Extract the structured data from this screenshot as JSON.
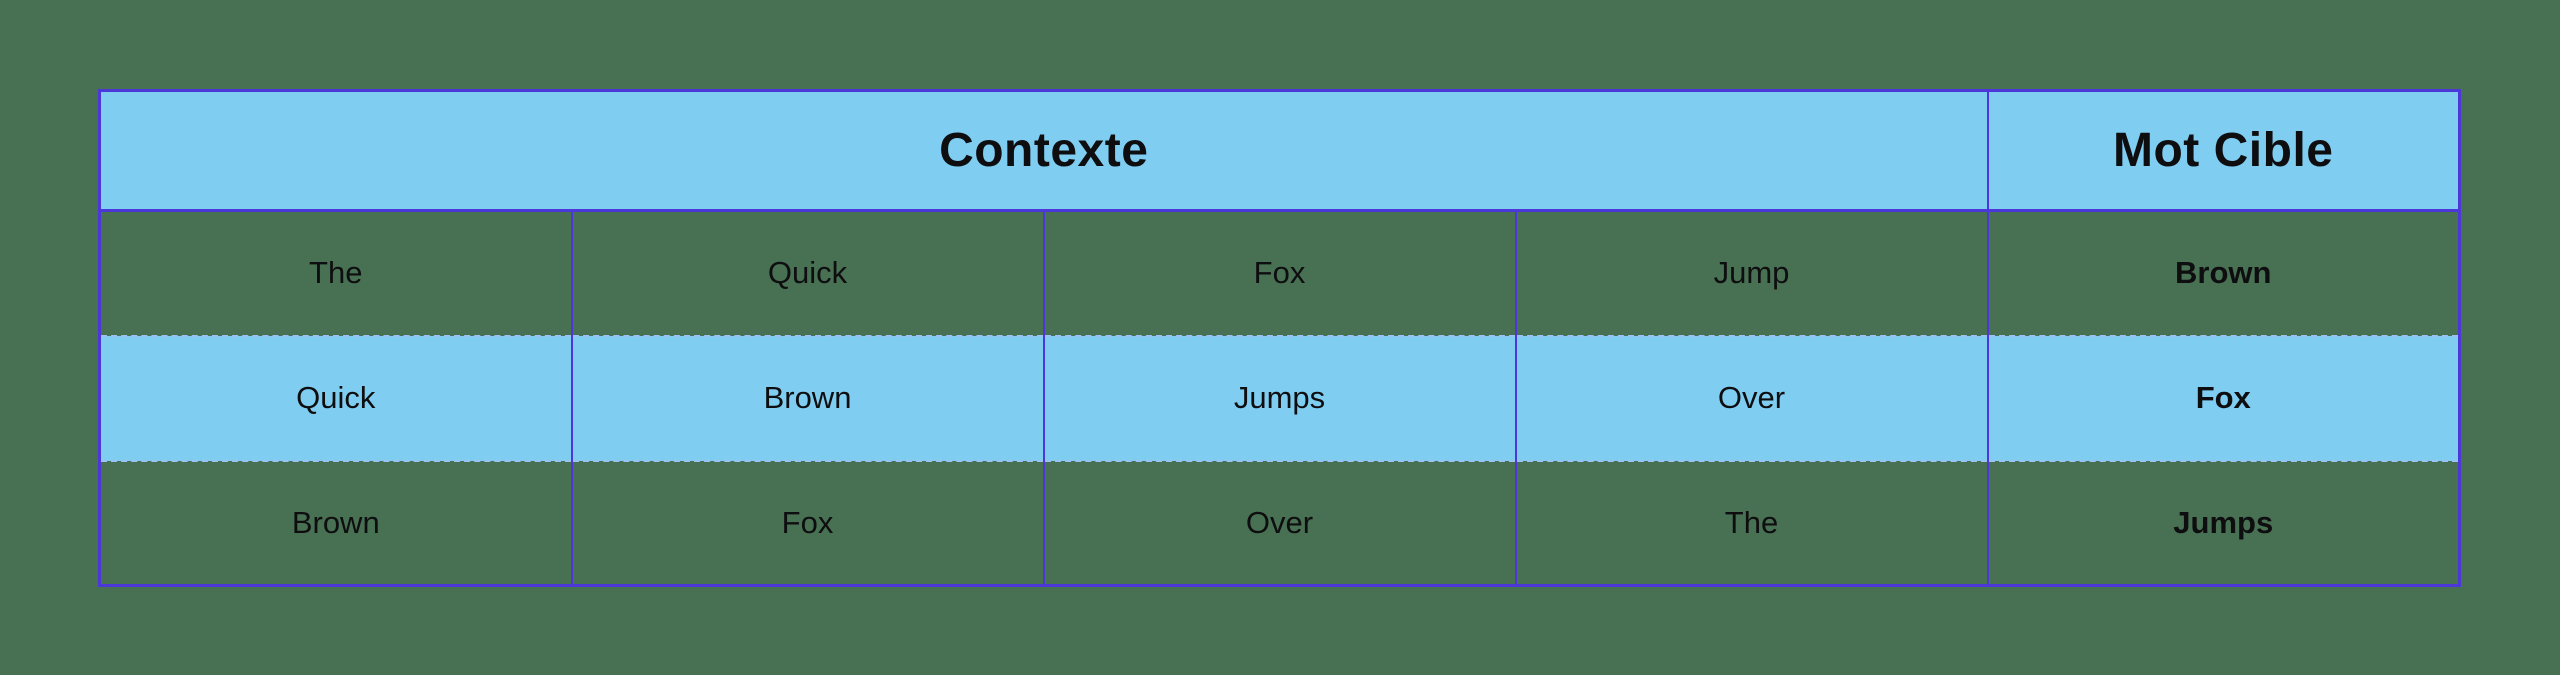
{
  "colors": {
    "background": "#487052",
    "blue": "#7FCDF1",
    "border": "#4C38D9",
    "rowline": "#9CC2F5",
    "text": "#0E0E10"
  },
  "chart_data": {
    "type": "table",
    "header": [
      {
        "label": "Contexte",
        "colspan": 4
      },
      {
        "label": "Mot Cible",
        "colspan": 1
      }
    ],
    "rows": [
      [
        "The",
        "Quick",
        "Fox",
        "Jump",
        "Brown"
      ],
      [
        "Quick",
        "Brown",
        "Jumps",
        "Over",
        "Fox"
      ],
      [
        "Brown",
        "Fox",
        "Over",
        "The",
        "Jumps"
      ]
    ],
    "layout": {
      "context_columns": 4,
      "target_columns": 1,
      "row_backgrounds": [
        "transparent",
        "blue",
        "transparent"
      ],
      "target_values_bold": true,
      "header_bold": true
    }
  }
}
